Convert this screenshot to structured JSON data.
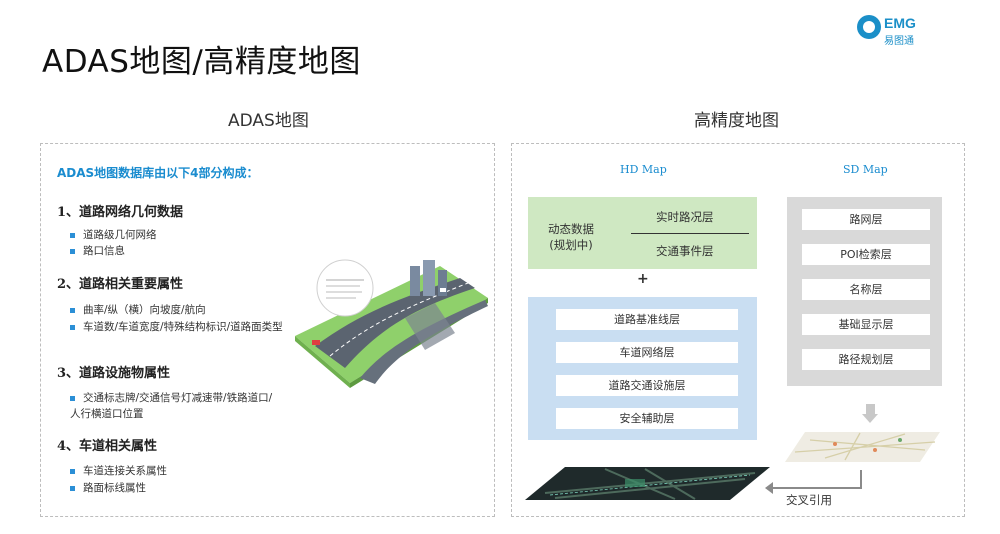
{
  "slide_title": "ADAS地图/高精度地图",
  "logo": {
    "brand": "EMG",
    "sub": "易图通"
  },
  "left": {
    "heading": "ADAS地图",
    "intro": "ADAS地图数据库由以下4部分构成：",
    "sections": [
      {
        "title": "1、道路网络几何数据",
        "items": [
          "道路级几何网络",
          "路口信息"
        ]
      },
      {
        "title": "2、道路相关重要属性",
        "items": [
          "曲率/纵（横）向坡度/航向",
          "车道数/车道宽度/特殊结构标识/道路面类型"
        ]
      },
      {
        "title": "3、道路设施物属性",
        "items": [
          "交通标志牌/交通信号灯减速带/铁路道口/\n人行横道口位置"
        ]
      },
      {
        "title": "4、车道相关属性",
        "items": [
          "车道连接关系属性",
          "路面标线属性"
        ]
      }
    ]
  },
  "right": {
    "heading": "高精度地图",
    "hd_label": "HD Map",
    "sd_label": "SD Map",
    "dynamic_label_1": "动态数据",
    "dynamic_label_2": "(规划中)",
    "dynamic_layers": [
      "实时路况层",
      "交通事件层"
    ],
    "plus": "+",
    "hd_layers": [
      "道路基准线层",
      "车道网络层",
      "道路交通设施层",
      "安全辅助层"
    ],
    "sd_layers": [
      "路网层",
      "POI检索层",
      "名称层",
      "基础显示层",
      "路径规划层"
    ],
    "cross_ref": "交叉引用"
  },
  "colors": {
    "accent": "#1a8ccf",
    "dynamic_bg": "#cfe8c2",
    "hd_bg": "#c9def2",
    "sd_bg": "#d9d9d9"
  }
}
